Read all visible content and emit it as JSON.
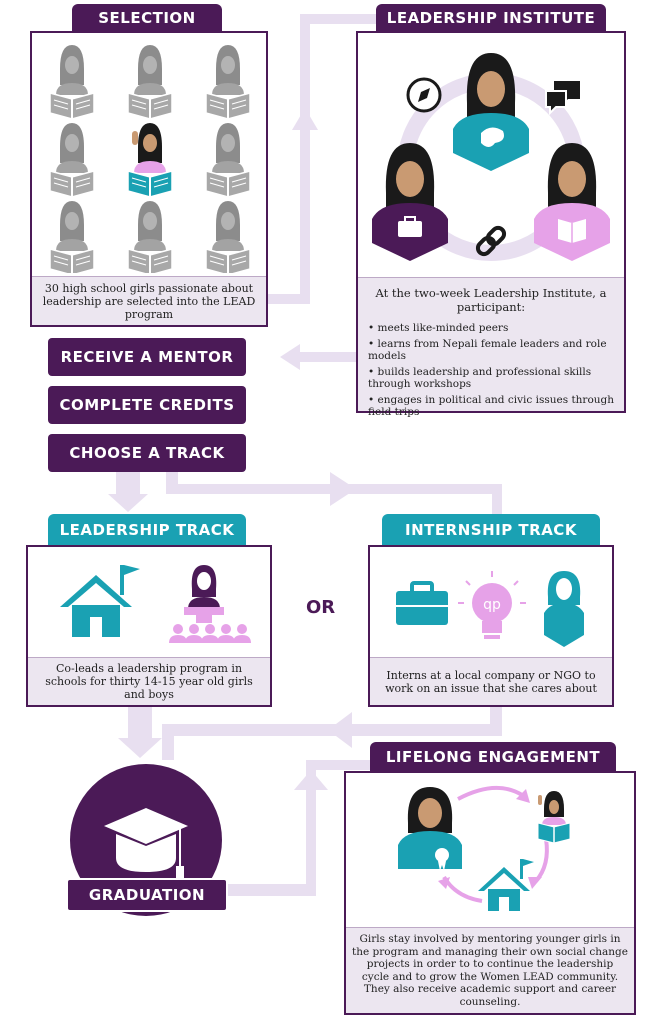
{
  "selection": {
    "title": "SELECTION",
    "caption": "30 high school girls passionate about leadership are selected into the LEAD program"
  },
  "institute": {
    "title": "LEADERSHIP INSTITUTE",
    "intro": "At the two-week Leadership Institute, a participant:",
    "bullets": [
      "• meets like-minded peers",
      "• learns from Nepali female leaders and role models",
      "• builds leadership and professional skills through workshops",
      "• engages in political and civic issues through field trips"
    ]
  },
  "steps": {
    "mentor": "RECEIVE A MENTOR",
    "credits": "COMPLETE CREDITS",
    "track": "CHOOSE A TRACK"
  },
  "leadership_track": {
    "title": "LEADERSHIP TRACK",
    "caption": "Co-leads a leadership program in schools for thirty 14-15 year old girls and boys"
  },
  "or_label": "OR",
  "internship_track": {
    "title": "INTERNSHIP TRACK",
    "caption": "Interns at a local company or NGO to work on an issue that she cares about"
  },
  "graduation": {
    "label": "GRADUATION"
  },
  "lifelong": {
    "title": "LIFELONG ENGAGEMENT",
    "caption": "Girls stay involved by mentoring younger girls in the program and managing their own social change projects in order to to continue the leadership cycle and to grow the Women LEAD community. They also receive academic support and career counseling."
  },
  "colors": {
    "purple": "#4b1a57",
    "teal": "#1aa1b3",
    "lavender": "#e8dff0",
    "pink": "#e6a2e8",
    "gray": "#9a9a9a",
    "skin": "#c99a72"
  }
}
